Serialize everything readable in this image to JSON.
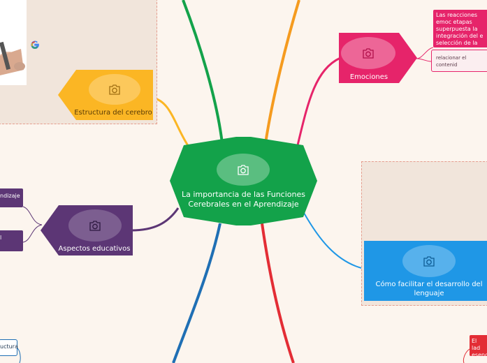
{
  "central": {
    "title": "La importancia de las Funciones Cerebrales en el Aprendizaje"
  },
  "nodes": {
    "estructura": {
      "label": "Estructura del cerebro",
      "color": "#fbb624"
    },
    "emociones": {
      "label": "Emociones",
      "color": "#e6246a"
    },
    "aspectos": {
      "label": "Aspectos educativos",
      "color": "#5c3675"
    },
    "lenguaje": {
      "label": "Cómo facilitar el desarrollo del lenguaje",
      "color": "#1f97e6"
    }
  },
  "subnodes": {
    "emociones_1": "Las reacciones emoc etapas superpuesta la integración del e selección de la resp emocional sostenido",
    "emociones_2": "relacionar el contenid experiencias de los a",
    "aspectos_1": "ndizaje",
    "aspectos_2": "l",
    "bottom_left": "uctura",
    "bottom_right": "El lad esenc"
  },
  "colors": {
    "central": "#13a24a",
    "green_branch": "#13a24a",
    "orange_branch": "#f59b1f",
    "pink_branch": "#e6246a",
    "red_branch": "#e32d35",
    "blue_branch": "#1f97e6",
    "purple_branch": "#5c3675",
    "background": "#fcf5ee"
  },
  "icons": [
    "camera-icon",
    "google-g-icon"
  ]
}
